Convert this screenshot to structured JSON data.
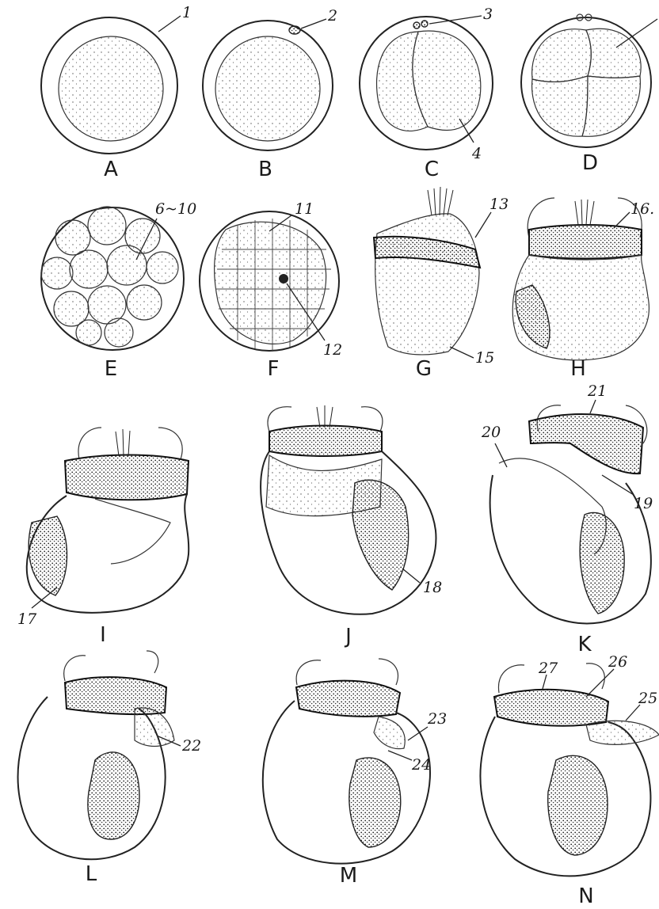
{
  "figure": {
    "panels": [
      {
        "letter": "A",
        "callouts": [
          "1"
        ]
      },
      {
        "letter": "B",
        "callouts": [
          "2"
        ]
      },
      {
        "letter": "C",
        "callouts": [
          "3",
          "4"
        ]
      },
      {
        "letter": "D",
        "callouts": []
      },
      {
        "letter": "E",
        "callouts": [
          "6~10"
        ]
      },
      {
        "letter": "F",
        "callouts": [
          "11",
          "12"
        ]
      },
      {
        "letter": "G",
        "callouts": [
          "13",
          "15"
        ]
      },
      {
        "letter": "H",
        "callouts": [
          "16."
        ]
      },
      {
        "letter": "I",
        "callouts": [
          "17"
        ]
      },
      {
        "letter": "J",
        "callouts": [
          "18"
        ]
      },
      {
        "letter": "K",
        "callouts": [
          "20",
          "21",
          "19"
        ]
      },
      {
        "letter": "L",
        "callouts": [
          "22"
        ]
      },
      {
        "letter": "M",
        "callouts": [
          "23",
          "24"
        ]
      },
      {
        "letter": "N",
        "callouts": [
          "27",
          "26",
          "25"
        ]
      }
    ]
  }
}
